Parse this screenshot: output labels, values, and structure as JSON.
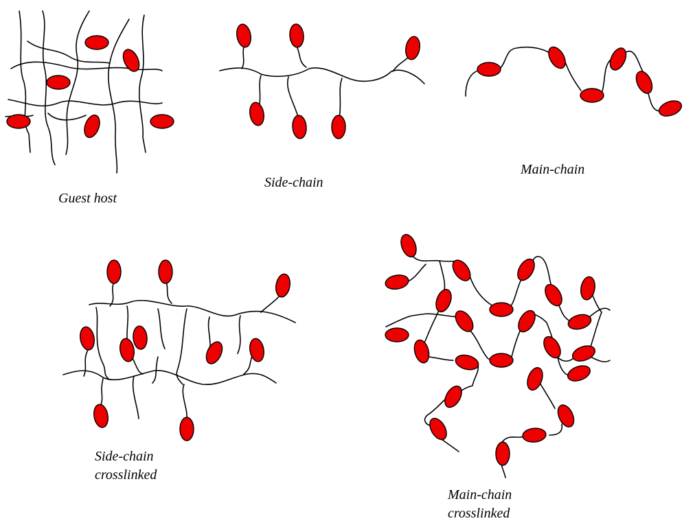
{
  "colors": {
    "chromophore": "#ee0000",
    "outline": "#000000",
    "chain": "#000000"
  },
  "panels": [
    {
      "id": "guest-host",
      "label_lines": [
        "Guest host"
      ]
    },
    {
      "id": "side-chain",
      "label_lines": [
        "Side-chain"
      ]
    },
    {
      "id": "main-chain",
      "label_lines": [
        "Main-chain"
      ]
    },
    {
      "id": "side-chain-crosslinked",
      "label_lines": [
        "Side-chain",
        "crosslinked"
      ]
    },
    {
      "id": "main-chain-crosslinked",
      "label_lines": [
        "Main-chain",
        "crosslinked"
      ]
    }
  ]
}
